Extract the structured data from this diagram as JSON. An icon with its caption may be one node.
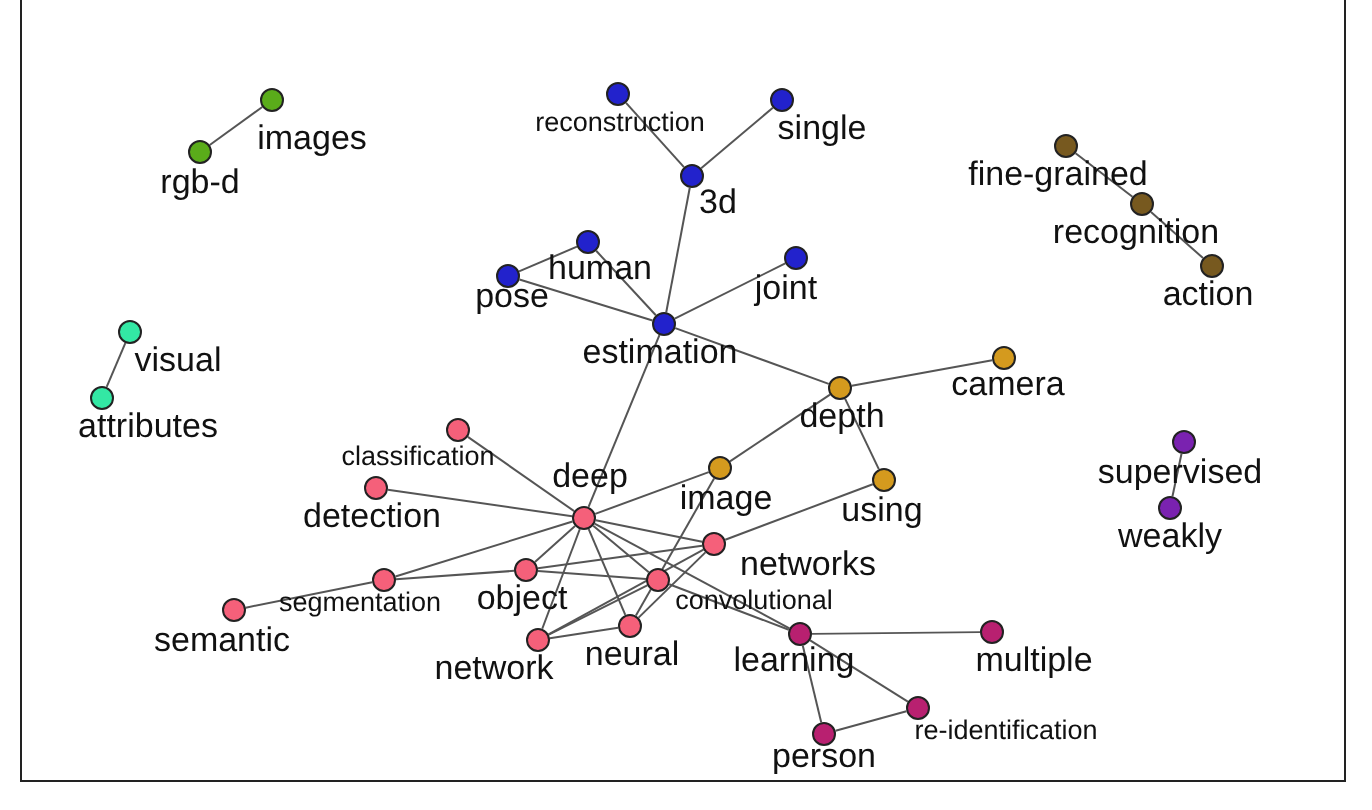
{
  "diagram": {
    "nodes": [
      {
        "text": [],
        "shape": "circle",
        "beside": [
          "images"
        ]
      },
      {
        "text": [],
        "shape": "circle",
        "beside": [
          "rgb-d"
        ]
      },
      {
        "text": [],
        "shape": "circle",
        "beside": [
          "reconstruction"
        ]
      },
      {
        "text": [],
        "shape": "circle",
        "beside": [
          "single"
        ]
      },
      {
        "text": [],
        "shape": "circle",
        "beside": [
          "3d"
        ]
      },
      {
        "text": [],
        "shape": "circle",
        "beside": [
          "human"
        ]
      },
      {
        "text": [],
        "shape": "circle",
        "beside": [
          "pose"
        ]
      },
      {
        "text": [],
        "shape": "circle",
        "beside": [
          "joint"
        ]
      },
      {
        "text": [],
        "shape": "circle",
        "beside": [
          "estimation"
        ]
      },
      {
        "text": [],
        "shape": "circle",
        "beside": [
          "fine-grained"
        ]
      },
      {
        "text": [],
        "shape": "circle",
        "beside": [
          "recognition"
        ]
      },
      {
        "text": [],
        "shape": "circle",
        "beside": [
          "action"
        ]
      },
      {
        "text": [],
        "shape": "circle",
        "beside": [
          "visual"
        ]
      },
      {
        "text": [],
        "shape": "circle",
        "beside": [
          "attributes"
        ]
      },
      {
        "text": [],
        "shape": "circle",
        "beside": [
          "camera"
        ]
      },
      {
        "text": [],
        "shape": "circle",
        "beside": [
          "depth"
        ]
      },
      {
        "text": [],
        "shape": "circle",
        "beside": [
          "classification"
        ]
      },
      {
        "text": [],
        "shape": "circle",
        "beside": [
          "supervised"
        ]
      },
      {
        "text": [],
        "shape": "circle",
        "beside": [
          "image"
        ]
      },
      {
        "text": [],
        "shape": "circle",
        "beside": [
          "deep"
        ]
      },
      {
        "text": [],
        "shape": "circle",
        "beside": [
          "detection"
        ]
      },
      {
        "text": [],
        "shape": "circle",
        "beside": [
          "using"
        ]
      },
      {
        "text": [],
        "shape": "circle",
        "beside": [
          "weakly"
        ]
      },
      {
        "text": [],
        "shape": "circle",
        "beside": [
          "networks"
        ]
      },
      {
        "text": [],
        "shape": "circle",
        "beside": [
          "object"
        ]
      },
      {
        "text": [],
        "shape": "circle",
        "beside": [
          "convolutional"
        ]
      },
      {
        "text": [],
        "shape": "circle",
        "beside": [
          "segmentation"
        ]
      },
      {
        "text": [],
        "shape": "circle",
        "beside": [
          "semantic"
        ]
      },
      {
        "text": [],
        "shape": "circle",
        "beside": [
          "network"
        ]
      },
      {
        "text": [],
        "shape": "circle",
        "beside": [
          "neural"
        ]
      },
      {
        "text": [],
        "shape": "circle",
        "beside": [
          "learning"
        ]
      },
      {
        "text": [],
        "shape": "circle",
        "beside": [
          "multiple"
        ]
      },
      {
        "text": [],
        "shape": "circle",
        "beside": [
          "re-identification"
        ]
      },
      {
        "text": [],
        "shape": "circle",
        "beside": [
          "person"
        ]
      }
    ],
    "edges": [
      {
        "from": 0,
        "to": 1,
        "arrow": "none"
      },
      {
        "from": 2,
        "to": 4,
        "arrow": "none"
      },
      {
        "from": 3,
        "to": 4,
        "arrow": "none"
      },
      {
        "from": 4,
        "to": 8,
        "arrow": "none"
      },
      {
        "from": 5,
        "to": 6,
        "arrow": "none"
      },
      {
        "from": 5,
        "to": 8,
        "arrow": "none"
      },
      {
        "from": 6,
        "to": 8,
        "arrow": "none"
      },
      {
        "from": 7,
        "to": 8,
        "arrow": "none"
      },
      {
        "from": 8,
        "to": 15,
        "arrow": "none"
      },
      {
        "from": 8,
        "to": 19,
        "arrow": "none"
      },
      {
        "from": 9,
        "to": 10,
        "arrow": "none"
      },
      {
        "from": 10,
        "to": 11,
        "arrow": "none"
      },
      {
        "from": 12,
        "to": 13,
        "arrow": "none"
      },
      {
        "from": 14,
        "to": 15,
        "arrow": "none"
      },
      {
        "from": 15,
        "to": 18,
        "arrow": "none"
      },
      {
        "from": 15,
        "to": 21,
        "arrow": "none"
      },
      {
        "from": 17,
        "to": 22,
        "arrow": "none"
      },
      {
        "from": 16,
        "to": 19,
        "arrow": "none"
      },
      {
        "from": 20,
        "to": 19,
        "arrow": "none"
      },
      {
        "from": 18,
        "to": 19,
        "arrow": "none"
      },
      {
        "from": 19,
        "to": 23,
        "arrow": "none"
      },
      {
        "from": 19,
        "to": 24,
        "arrow": "none"
      },
      {
        "from": 19,
        "to": 25,
        "arrow": "none"
      },
      {
        "from": 19,
        "to": 26,
        "arrow": "none"
      },
      {
        "from": 19,
        "to": 28,
        "arrow": "none"
      },
      {
        "from": 19,
        "to": 29,
        "arrow": "none"
      },
      {
        "from": 19,
        "to": 30,
        "arrow": "none"
      },
      {
        "from": 18,
        "to": 29,
        "arrow": "none"
      },
      {
        "from": 21,
        "to": 23,
        "arrow": "none"
      },
      {
        "from": 24,
        "to": 23,
        "arrow": "none"
      },
      {
        "from": 24,
        "to": 25,
        "arrow": "none"
      },
      {
        "from": 26,
        "to": 24,
        "arrow": "none"
      },
      {
        "from": 26,
        "to": 27,
        "arrow": "none"
      },
      {
        "from": 28,
        "to": 29,
        "arrow": "none"
      },
      {
        "from": 28,
        "to": 25,
        "arrow": "none"
      },
      {
        "from": 28,
        "to": 23,
        "arrow": "none"
      },
      {
        "from": 29,
        "to": 23,
        "arrow": "none"
      },
      {
        "from": 25,
        "to": 30,
        "arrow": "none"
      },
      {
        "from": 30,
        "to": 31,
        "arrow": "none"
      },
      {
        "from": 30,
        "to": 32,
        "arrow": "none"
      },
      {
        "from": 30,
        "to": 33,
        "arrow": "none"
      },
      {
        "from": 33,
        "to": 32,
        "arrow": "none"
      }
    ]
  }
}
